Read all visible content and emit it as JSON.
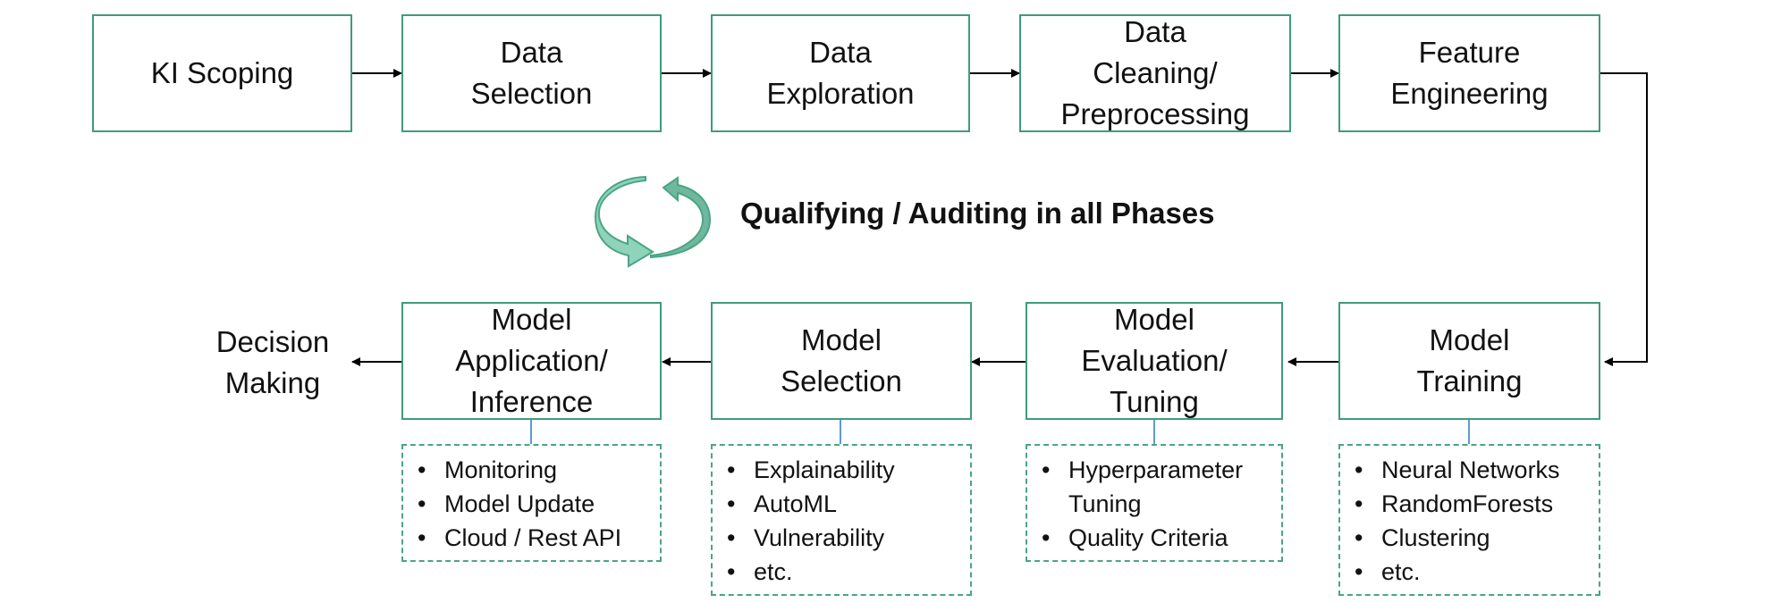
{
  "top_row": [
    {
      "id": "ki-scoping",
      "label": "KI Scoping"
    },
    {
      "id": "data-selection",
      "label": "Data\nSelection"
    },
    {
      "id": "data-exploration",
      "label": "Data\nExploration"
    },
    {
      "id": "data-cleaning",
      "label": "Data\nCleaning/\nPreprocessing"
    },
    {
      "id": "feature-engineering",
      "label": "Feature\nEngineering"
    }
  ],
  "bottom_row": [
    {
      "id": "model-application",
      "label": "Model\nApplication/\nInference"
    },
    {
      "id": "model-selection",
      "label": "Model\nSelection"
    },
    {
      "id": "model-evaluation",
      "label": "Model\nEvaluation/\nTuning"
    },
    {
      "id": "model-training",
      "label": "Model\nTraining"
    }
  ],
  "decision": {
    "label": "Decision\nMaking"
  },
  "qualifying": {
    "label": "Qualifying / Auditing in all Phases"
  },
  "detail_lists": {
    "model_application": [
      "Monitoring",
      "Model Update",
      "Cloud / Rest API"
    ],
    "model_selection": [
      "Explainability",
      "AutoML",
      "Vulnerability",
      "etc."
    ],
    "model_evaluation": [
      "Hyperparameter\nTuning",
      "Quality Criteria"
    ],
    "model_training": [
      "Neural Networks",
      "RandomForests",
      "Clustering",
      "etc."
    ]
  },
  "colors": {
    "box_border": "#3f9b7c",
    "dashed_border": "#4aa584",
    "connector": "#5b9bd5",
    "cycle_fill": "#8fd3bb",
    "cycle_dark": "#6fb89e"
  },
  "icons": {
    "cycle": "refresh-cycle-icon"
  }
}
